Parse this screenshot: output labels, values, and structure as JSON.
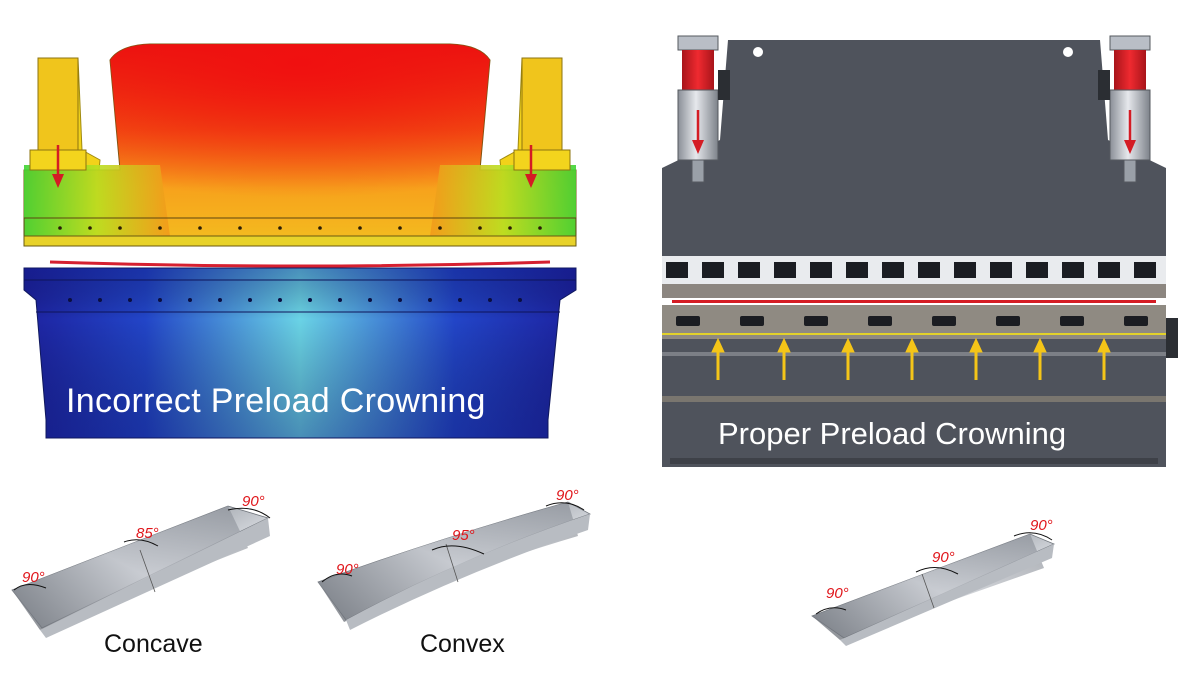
{
  "incorrect": {
    "caption": "Incorrect Preload Crowning"
  },
  "proper": {
    "caption": "Proper  Preload Crowning"
  },
  "samples": {
    "concave": {
      "label": "Concave",
      "angle_left": "90°",
      "angle_mid": "85°",
      "angle_right": "90°"
    },
    "convex": {
      "label": "Convex",
      "angle_left": "90°",
      "angle_mid": "95°",
      "angle_right": "90°"
    },
    "proper": {
      "angle_left": "90°",
      "angle_mid": "90°",
      "angle_right": "90°"
    }
  },
  "colors": {
    "heat_red": "#e8140f",
    "heat_yellow": "#f2e21a",
    "heat_green": "#38d233",
    "heat_blue": "#1a2fa8",
    "machine_gray": "#4f535c",
    "cylinder_red": "#d41c24",
    "arrow_yellow": "#f5c518",
    "angle_red": "#e0151a"
  }
}
